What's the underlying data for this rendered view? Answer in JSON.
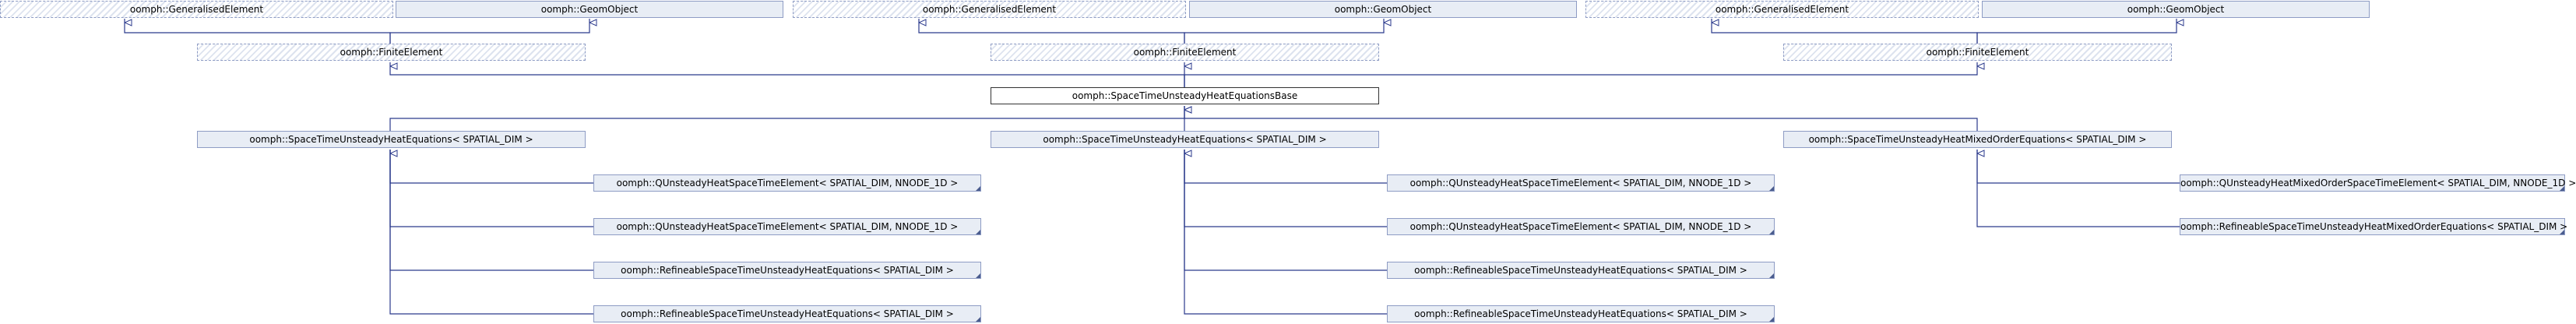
{
  "nodes": {
    "n1": "oomph::GeneralisedElement",
    "n2": "oomph::GeomObject",
    "n3": "oomph::GeneralisedElement",
    "n4": "oomph::GeomObject",
    "n5": "oomph::GeneralisedElement",
    "n6": "oomph::GeomObject",
    "n7": "oomph::FiniteElement",
    "n8": "oomph::FiniteElement",
    "n9": "oomph::FiniteElement",
    "n10": "oomph::SpaceTimeUnsteadyHeatEquationsBase",
    "n11": "oomph::SpaceTimeUnsteadyHeatEquations< SPATIAL_DIM >",
    "n12": "oomph::SpaceTimeUnsteadyHeatEquations< SPATIAL_DIM >",
    "n13": "oomph::SpaceTimeUnsteadyHeatMixedOrderEquations< SPATIAL_DIM >",
    "n14": "oomph::QUnsteadyHeatSpaceTimeElement< SPATIAL_DIM, NNODE_1D >",
    "n15": "oomph::QUnsteadyHeatSpaceTimeElement< SPATIAL_DIM, NNODE_1D >",
    "n16": "oomph::RefineableSpaceTimeUnsteadyHeatEquations< SPATIAL_DIM >",
    "n17": "oomph::RefineableSpaceTimeUnsteadyHeatEquations< SPATIAL_DIM >",
    "n18": "oomph::QUnsteadyHeatSpaceTimeElement< SPATIAL_DIM, NNODE_1D >",
    "n19": "oomph::QUnsteadyHeatSpaceTimeElement< SPATIAL_DIM, NNODE_1D >",
    "n20": "oomph::RefineableSpaceTimeUnsteadyHeatEquations< SPATIAL_DIM >",
    "n21": "oomph::RefineableSpaceTimeUnsteadyHeatEquations< SPATIAL_DIM >",
    "n22": "oomph::QUnsteadyHeatMixedOrderSpaceTimeElement< SPATIAL_DIM, NNODE_1D >",
    "n23": "oomph::RefineableSpaceTimeUnsteadyHeatMixedOrderEquations< SPATIAL_DIM >"
  },
  "colors": {
    "edge": "#2b3a8c",
    "node_fill": "#e8edf5",
    "node_border": "#8e9cc4",
    "main_border": "#333333"
  }
}
